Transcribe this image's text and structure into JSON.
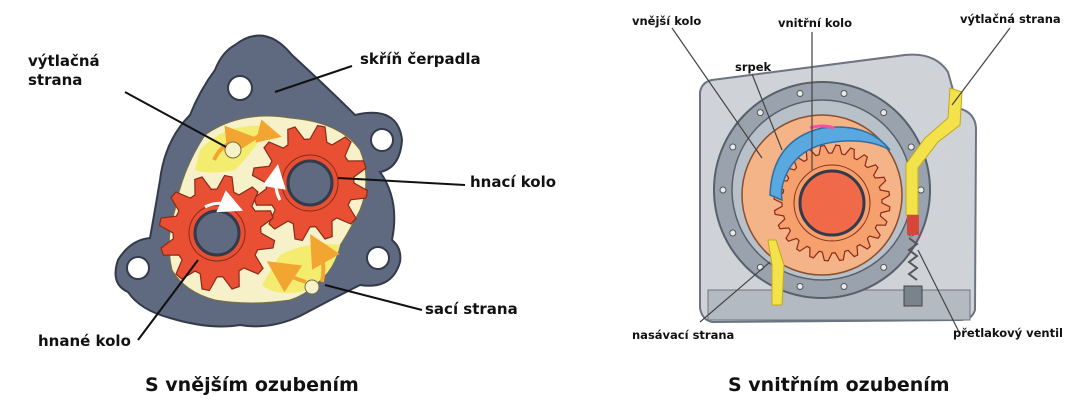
{
  "left_diagram": {
    "caption": "S vnějším ozubením",
    "labels": {
      "outlet": "výtlačná\nstrana",
      "housing": "skříň čerpadla",
      "drive_gear": "hnací kolo",
      "driven_gear": "hnané kolo",
      "inlet": "sací strana"
    }
  },
  "right_diagram": {
    "caption": "S vnitřním ozubením",
    "labels": {
      "outer_gear": "vnější kolo",
      "inner_gear": "vnitřní kolo",
      "outlet": "výtlačná strana",
      "crescent": "srpek",
      "inlet": "nasávací strana",
      "relief_valve": "přetlakový ventil"
    }
  },
  "colors": {
    "housing": "#5f6a80",
    "fluid": "#f3ec6e",
    "gear": "#e94f33",
    "flow_arrow": "#f2a530",
    "crescent": "#5aa8e0",
    "background": "#f6f1c8"
  }
}
